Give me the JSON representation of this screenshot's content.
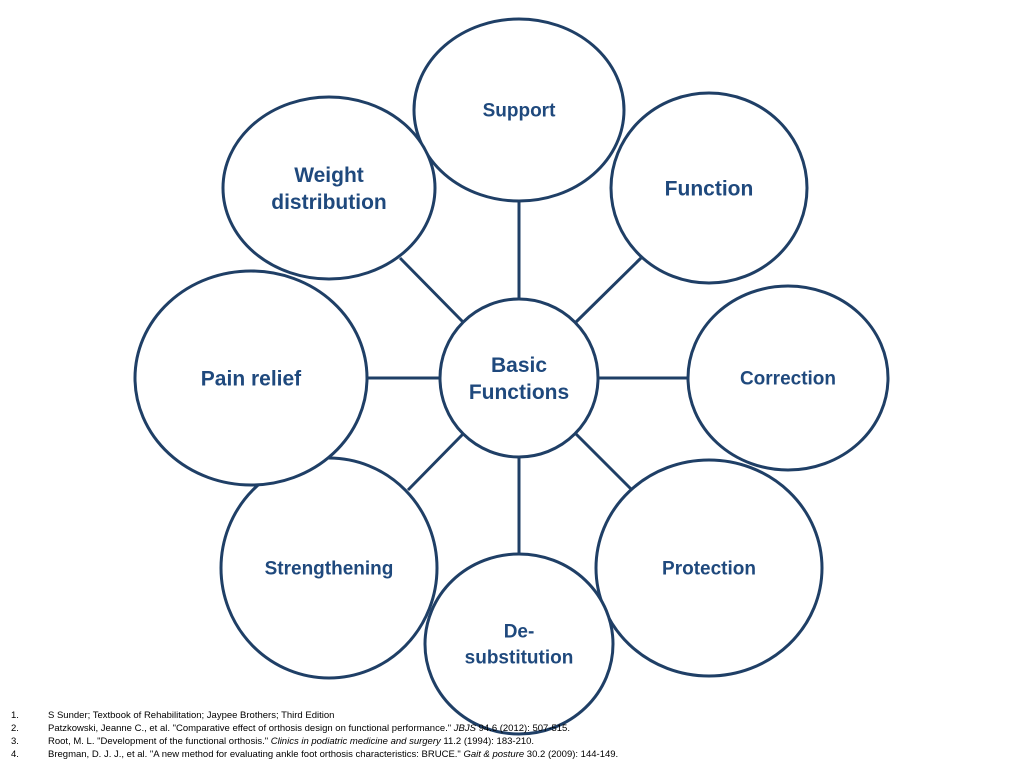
{
  "diagram": {
    "center": {
      "lines": [
        "Basic",
        "Functions"
      ]
    },
    "nodes": [
      {
        "id": "support",
        "lines": [
          "Support"
        ]
      },
      {
        "id": "function",
        "lines": [
          "Function"
        ]
      },
      {
        "id": "correction",
        "lines": [
          "Correction"
        ]
      },
      {
        "id": "protection",
        "lines": [
          "Protection"
        ]
      },
      {
        "id": "de-substitution",
        "lines": [
          "De-",
          "substitution"
        ]
      },
      {
        "id": "strengthening",
        "lines": [
          "Strengthening"
        ]
      },
      {
        "id": "pain-relief",
        "lines": [
          "Pain relief"
        ]
      },
      {
        "id": "weight-distribution",
        "lines": [
          "Weight",
          "distribution"
        ]
      }
    ],
    "colors": {
      "stroke": "#1f3f66",
      "text": "#1f497d",
      "fill": "#ffffff"
    }
  },
  "references": [
    {
      "num": "1.",
      "parts": [
        {
          "text": "S Sunder; Textbook of Rehabilitation; Jaypee Brothers; Third Edition"
        }
      ]
    },
    {
      "num": "2.",
      "parts": [
        {
          "text": "Patzkowski, Jeanne C., et al. \"Comparative effect of orthosis design on functional performance.\" "
        },
        {
          "text": "JBJS",
          "italic": true
        },
        {
          "text": " 94.6 (2012): 507-515."
        }
      ]
    },
    {
      "num": "3.",
      "parts": [
        {
          "text": "Root, M. L. \"Development of the functional orthosis.\" "
        },
        {
          "text": "Clinics in podiatric medicine and surgery",
          "italic": true
        },
        {
          "text": " 11.2 (1994): 183-210."
        }
      ]
    },
    {
      "num": "4.",
      "parts": [
        {
          "text": "Bregman, D. J. J., et al. \"A new method for evaluating ankle foot orthosis characteristics: BRUCE.\" "
        },
        {
          "text": "Gait & posture",
          "italic": true
        },
        {
          "text": " 30.2 (2009): 144-149."
        }
      ]
    }
  ]
}
